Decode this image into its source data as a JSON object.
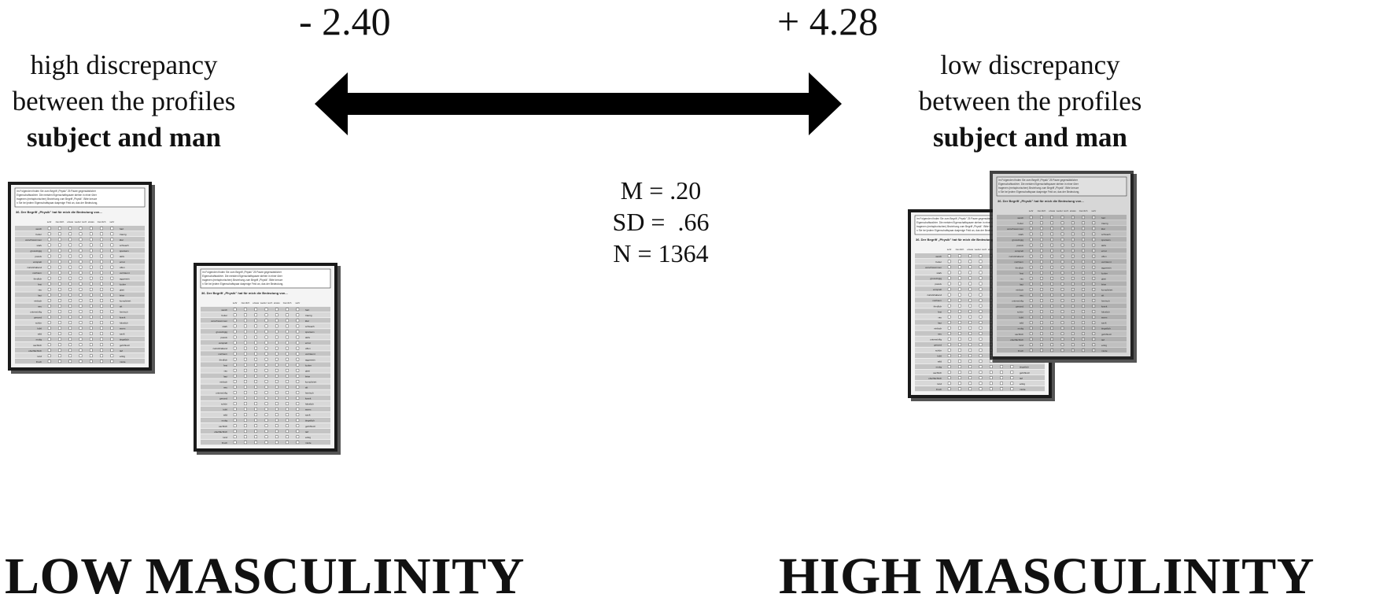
{
  "scale": {
    "left_value": "- 2.40",
    "right_value": "+ 4.28"
  },
  "left_side": {
    "line1": "high discrepancy",
    "line2": "between the profiles",
    "line3": "subject and man",
    "bottom_label": "LOW MASCULINITY"
  },
  "right_side": {
    "line1": "low discrepancy",
    "line2": "between the profiles",
    "line3": "subject and man",
    "bottom_label": "HIGH MASCULINITY"
  },
  "stats": {
    "mean": "M = .20",
    "sd": "SD =  .66",
    "n": "N = 1364"
  },
  "questionnaire": {
    "intro": "Im Folgenden finden Sie zum Begriff „Physik\" 25 Paare gegensätzlicher Eigenschaftswörter. Die meisten Eigenschaftspaare stehen in einer übertragenen (metaphorischen) Beziehung zum Begriff „Physik\". Bitte kreuzen Sie bei jedem Eigenschaftspaar dasjenige Feld an, das der Bedeutung, die der Begriff „Physik\" für Sie hat, am besten entspricht. Überlegen Sie jeweils nicht zu lange, sondern urteilen Sie nach Ihrer spontanen Reaktion.",
    "question": "36. Der Begriff „Physik\" hat für mich die Bedeutung von...",
    "scale_headers": [
      "sehr",
      "ziemlich",
      "etwas",
      "weder noch",
      "etwas",
      "ziemlich",
      "sehr"
    ],
    "pairs": [
      [
        "weich",
        "hart"
      ],
      [
        "heiter",
        "traurig"
      ],
      [
        "verschwommen",
        "klar"
      ],
      [
        "stark",
        "schwach"
      ],
      [
        "grosszügig",
        "sparsam"
      ],
      [
        "passiv",
        "aktiv"
      ],
      [
        "verspielt",
        "ernst"
      ],
      [
        "zurückhaltend",
        "offen"
      ],
      [
        "nüchtern",
        "verträumt"
      ],
      [
        "friedlich",
        "aggressiv"
      ],
      [
        "fest",
        "locker"
      ],
      [
        "rau",
        "glatt"
      ],
      [
        "laut",
        "leise"
      ],
      [
        "einfach",
        "kompliziert"
      ],
      [
        "neu",
        "alt"
      ],
      [
        "unterwürfig",
        "herrisch"
      ],
      [
        "gesund",
        "krank"
      ],
      [
        "schön",
        "hässlich"
      ],
      [
        "kühl",
        "warm"
      ],
      [
        "wild",
        "sanft"
      ],
      [
        "mutig",
        "ängstlich"
      ],
      [
        "sachlich",
        "gefühlvoll"
      ],
      [
        "oberflächlich",
        "tief"
      ],
      [
        "rund",
        "eckig"
      ],
      [
        "frisch",
        "müde"
      ]
    ]
  }
}
